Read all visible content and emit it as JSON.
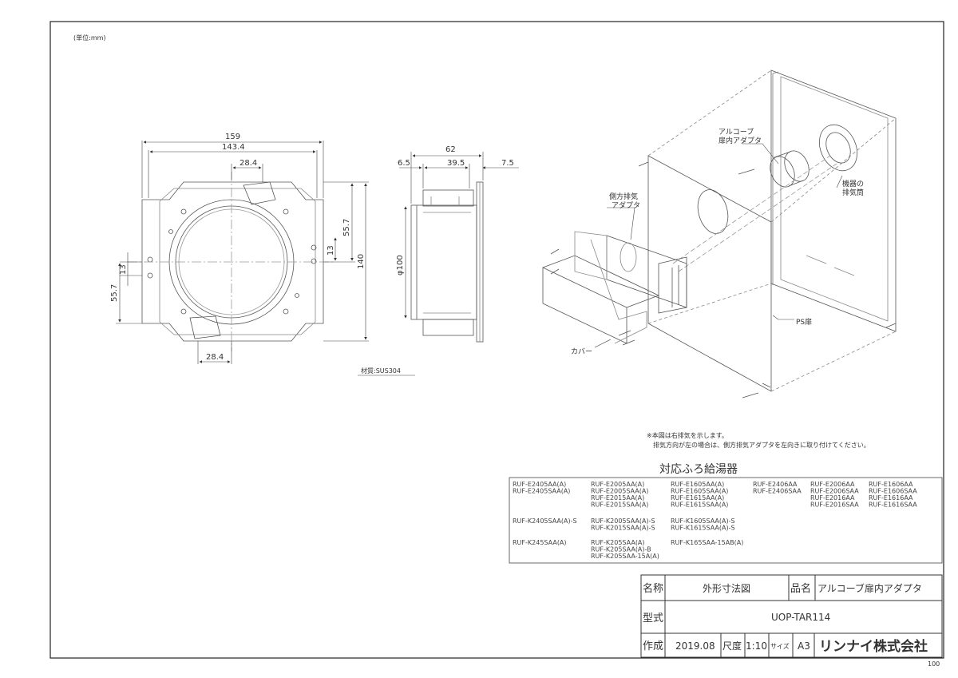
{
  "unit_note": "(単位:mm)",
  "front_view": {
    "dims": {
      "width_outer": "159",
      "width_inner": "143.4",
      "hole_spacing_top": "28.4",
      "hole_spacing_bottom": "28.4",
      "height_right": "55.7",
      "height_total": "140",
      "small_right": "13",
      "left_small": "13",
      "left_height": "55.7"
    },
    "material_label": "材質:SUS304"
  },
  "side_view": {
    "dims": {
      "depth_total": "62",
      "left_offset": "6.5",
      "middle": "39.5",
      "right_offset": "7.5",
      "diameter": "φ100"
    }
  },
  "iso_view": {
    "labels": {
      "alcove_adapter": [
        "アルコーブ",
        "扉内アダプタ"
      ],
      "side_exhaust_adapter": [
        "側方排気",
        "アダプタ"
      ],
      "appliance_exhaust": [
        "機器の",
        "排気筒"
      ],
      "ps_door": "PS扉",
      "cover": "カバー"
    }
  },
  "notes": [
    "※本図は右排気を示します。",
    "排気方向が左の場合は、側方排気アダプタを左向きに取り付けてください。"
  ],
  "compat": {
    "heading": "対応ふろ給湯器",
    "rows": [
      {
        "c1": [
          "RUF-E2405AA(A)",
          "RUF-E2405SAA(A)"
        ],
        "c2": [
          "RUF-E2005AA(A)",
          "RUF-E2005SAA(A)",
          "RUF-E2015AA(A)",
          "RUF-E2015SAA(A)"
        ],
        "c3": [
          "RUF-E1605AA(A)",
          "RUF-E1605SAA(A)",
          "RUF-E1615AA(A)",
          "RUF-E1615SAA(A)"
        ],
        "c4": [
          "RUF-E2406AA",
          "RUF-E2406SAA"
        ],
        "c5": [
          "RUF-E2006AA",
          "RUF-E2006SAA",
          "RUF-E2016AA",
          "RUF-E2016SAA"
        ],
        "c6": [
          "RUF-E1606AA",
          "RUF-E1606SAA",
          "RUF-E1616AA",
          "RUF-E1616SAA"
        ]
      },
      {
        "c1": [
          "RUF-K2405SAA(A)-S"
        ],
        "c2": [
          "RUF-K2005SAA(A)-S",
          "RUF-K2015SAA(A)-S"
        ],
        "c3": [
          "RUF-K1605SAA(A)-S",
          "RUF-K1615SAA(A)-S"
        ],
        "c4": [],
        "c5": [],
        "c6": []
      },
      {
        "c1": [
          "RUF-K245SAA(A)"
        ],
        "c2": [
          "RUF-K205SAA(A)",
          "RUF-K205SAA(A)-B",
          "RUF-K205SAA-15A(A)"
        ],
        "c3": [
          "RUF-K165SAA-15AB(A)"
        ],
        "c4": [],
        "c5": [],
        "c6": []
      }
    ]
  },
  "title_block": {
    "name_label": "名称",
    "name_value": "外形寸法図",
    "product_label": "品名",
    "product_value": "アルコーブ扉内アダプタ",
    "model_label": "型式",
    "model_value": "UOP-TAR114",
    "created_label": "作成",
    "created_value": "2019.08",
    "scale_label": "尺度",
    "scale_value": "1:10",
    "size_label": "サイズ",
    "size_value": "A3",
    "company": "リンナイ株式会社"
  },
  "page_number": "100"
}
